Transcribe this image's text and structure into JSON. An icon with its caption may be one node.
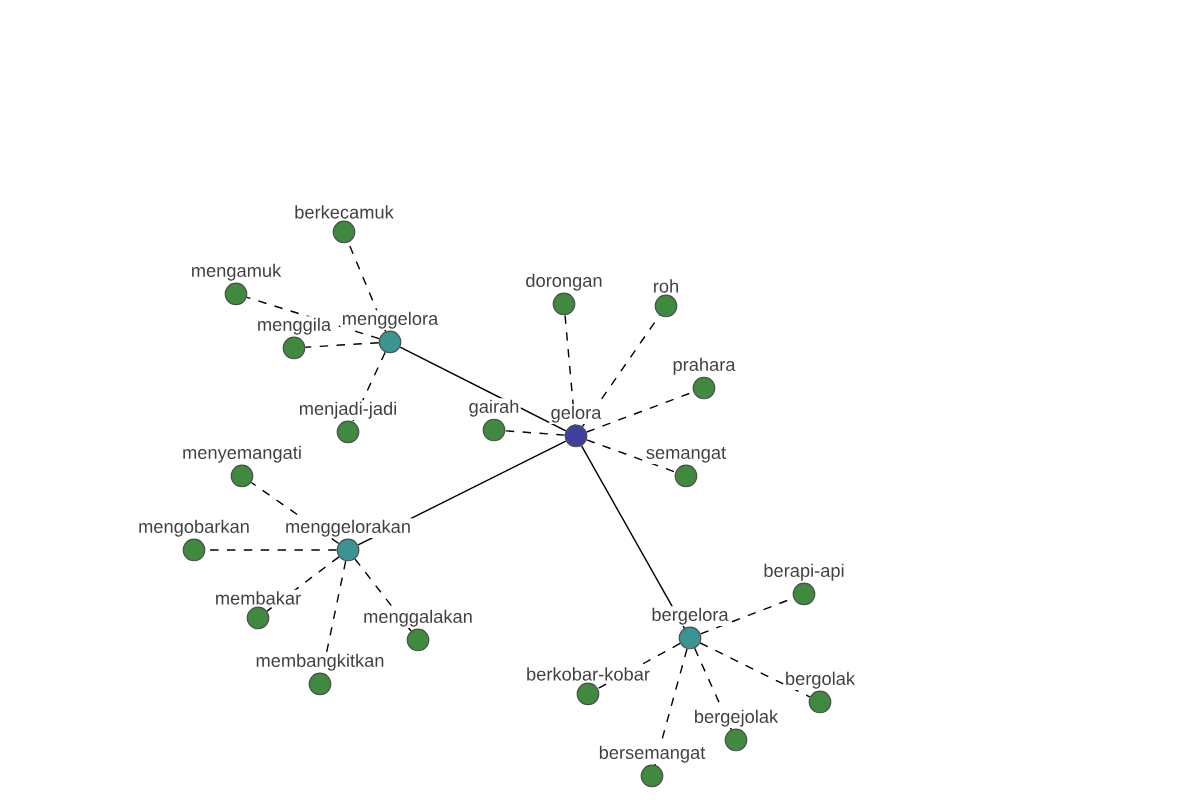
{
  "diagram": {
    "nodes": [
      {
        "text": [
          "gelora"
        ]
      },
      {
        "text": [
          "menggelora"
        ]
      },
      {
        "text": [
          "menggelorakan"
        ]
      },
      {
        "text": [
          "bergelora"
        ]
      },
      {
        "text": [
          "berkecamuk"
        ]
      },
      {
        "text": [
          "mengamuk"
        ]
      },
      {
        "text": [
          "menggila"
        ]
      },
      {
        "text": [
          "menjadi-jadi"
        ]
      },
      {
        "text": [
          "dorongan"
        ]
      },
      {
        "text": [
          "roh"
        ]
      },
      {
        "text": [
          "prahara"
        ]
      },
      {
        "text": [
          "gairah"
        ]
      },
      {
        "text": [
          "semangat"
        ]
      },
      {
        "text": [
          "menyemangati"
        ]
      },
      {
        "text": [
          "mengobarkan"
        ]
      },
      {
        "text": [
          "membakar"
        ]
      },
      {
        "text": [
          "menggalakan"
        ]
      },
      {
        "text": [
          "membangkitkan"
        ]
      },
      {
        "text": [
          "berapi-api"
        ]
      },
      {
        "text": [
          "berkobar-kobar"
        ]
      },
      {
        "text": [
          "bergolak"
        ]
      },
      {
        "text": [
          "bergejolak"
        ]
      },
      {
        "text": [
          "bersemangat"
        ]
      }
    ],
    "edges": [
      {
        "from": 0,
        "to": 1,
        "arrow": "none"
      },
      {
        "from": 0,
        "to": 2,
        "arrow": "none"
      },
      {
        "from": 0,
        "to": 3,
        "arrow": "none"
      },
      {
        "from": 1,
        "to": 4,
        "arrow": "none",
        "style": "dashed"
      },
      {
        "from": 1,
        "to": 5,
        "arrow": "none",
        "style": "dashed"
      },
      {
        "from": 1,
        "to": 6,
        "arrow": "none",
        "style": "dashed"
      },
      {
        "from": 1,
        "to": 7,
        "arrow": "none",
        "style": "dashed"
      },
      {
        "from": 0,
        "to": 8,
        "arrow": "none",
        "style": "dashed"
      },
      {
        "from": 0,
        "to": 9,
        "arrow": "none",
        "style": "dashed"
      },
      {
        "from": 0,
        "to": 10,
        "arrow": "none",
        "style": "dashed"
      },
      {
        "from": 0,
        "to": 11,
        "arrow": "none",
        "style": "dashed"
      },
      {
        "from": 0,
        "to": 12,
        "arrow": "none",
        "style": "dashed"
      },
      {
        "from": 2,
        "to": 13,
        "arrow": "none",
        "style": "dashed"
      },
      {
        "from": 2,
        "to": 14,
        "arrow": "none",
        "style": "dashed"
      },
      {
        "from": 2,
        "to": 15,
        "arrow": "none",
        "style": "dashed"
      },
      {
        "from": 2,
        "to": 16,
        "arrow": "none",
        "style": "dashed"
      },
      {
        "from": 2,
        "to": 17,
        "arrow": "none",
        "style": "dashed"
      },
      {
        "from": 3,
        "to": 18,
        "arrow": "none",
        "style": "dashed"
      },
      {
        "from": 3,
        "to": 19,
        "arrow": "none",
        "style": "dashed"
      },
      {
        "from": 3,
        "to": 20,
        "arrow": "none",
        "style": "dashed"
      },
      {
        "from": 3,
        "to": 21,
        "arrow": "none",
        "style": "dashed"
      },
      {
        "from": 3,
        "to": 22,
        "arrow": "none",
        "style": "dashed"
      }
    ]
  }
}
